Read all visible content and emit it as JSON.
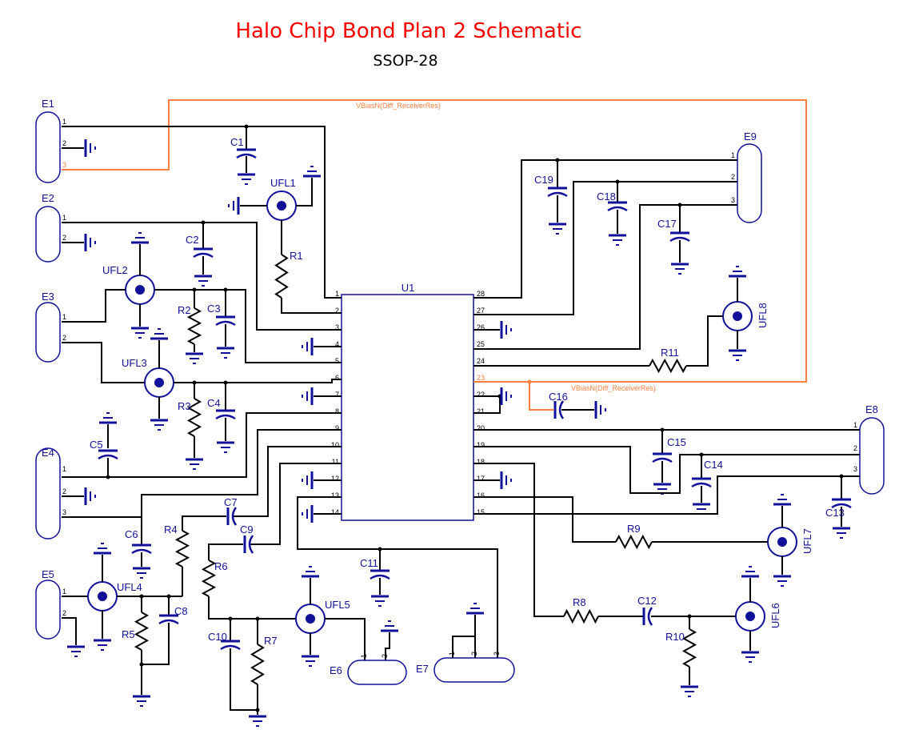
{
  "title": "Halo Chip Bond Plan 2 Schematic",
  "subtitle": "SSOP-28",
  "net_label": "VBiasN(Diff_ReceiverRes)",
  "colors": {
    "wire": "#000000",
    "component": "#10109a",
    "net_highlight": "#ff7f3f",
    "title": "#ff0000"
  },
  "components": {
    "U1": "U1",
    "E1": "E1",
    "E2": "E2",
    "E3": "E3",
    "E4": "E4",
    "E5": "E5",
    "E6": "E6",
    "E7": "E7",
    "E8": "E8",
    "E9": "E9",
    "C1": "C1",
    "C2": "C2",
    "C3": "C3",
    "C4": "C4",
    "C5": "C5",
    "C6": "C6",
    "C7": "C7",
    "C8": "C8",
    "C9": "C9",
    "C10": "C10",
    "C11": "C11",
    "C12": "C12",
    "C13": "C13",
    "C14": "C14",
    "C15": "C15",
    "C16": "C16",
    "C17": "C17",
    "C18": "C18",
    "C19": "C19",
    "R1": "R1",
    "R2": "R2",
    "R3": "R3",
    "R4": "R4",
    "R5": "R5",
    "R6": "R6",
    "R7": "R7",
    "R8": "R8",
    "R9": "R9",
    "R10": "R10",
    "R11": "R11",
    "UFL1": "UFL1",
    "UFL2": "UFL2",
    "UFL3": "UFL3",
    "UFL4": "UFL4",
    "UFL5": "UFL5",
    "UFL6": "UFL6",
    "UFL7": "UFL7",
    "UFL8": "UFL8"
  },
  "u1_pins_left": [
    "1",
    "2",
    "3",
    "4",
    "5",
    "6",
    "7",
    "8",
    "9",
    "10",
    "11",
    "12",
    "13",
    "14"
  ],
  "u1_pins_right": [
    "28",
    "27",
    "26",
    "25",
    "24",
    "23",
    "22",
    "21",
    "20",
    "19",
    "18",
    "17",
    "16",
    "15"
  ],
  "connector_pins": {
    "p1": "1",
    "p2": "2",
    "p3": "3"
  }
}
